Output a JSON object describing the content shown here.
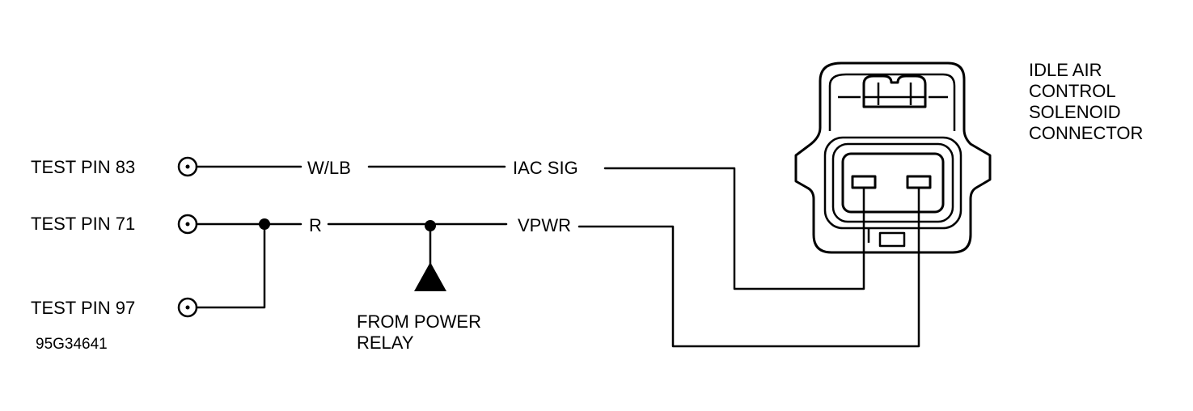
{
  "test_pins": [
    {
      "label": "TEST PIN 83"
    },
    {
      "label": "TEST PIN 71"
    },
    {
      "label": "TEST PIN 97"
    }
  ],
  "wire_labels": {
    "wlb": "W/LB",
    "iac_sig": "IAC  SIG",
    "r": "R",
    "vpwr": "VPWR"
  },
  "power_source": {
    "line1": "FROM POWER",
    "line2": "RELAY"
  },
  "connector": {
    "title_lines": [
      "IDLE AIR",
      "CONTROL",
      "SOLENOID",
      "CONNECTOR"
    ]
  },
  "figure_id": "95G34641",
  "colors": {
    "ink": "#000000",
    "background": "#ffffff"
  }
}
